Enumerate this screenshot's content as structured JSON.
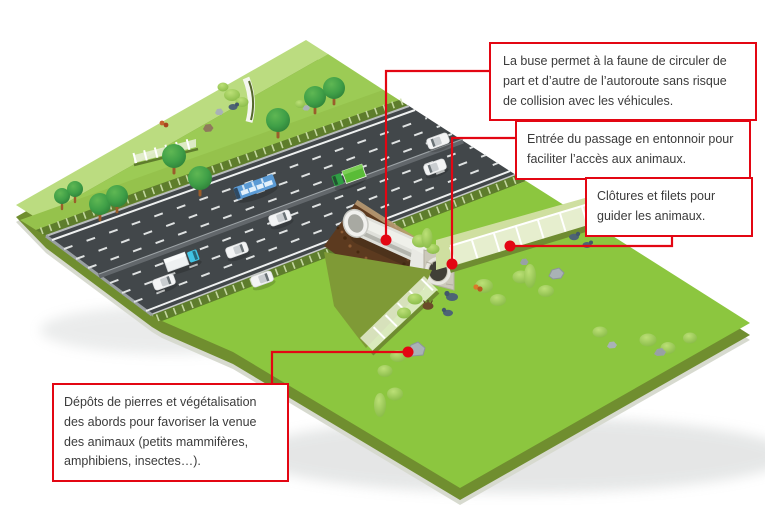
{
  "palette": {
    "accent_red": "#e30613",
    "text_dark": "#3b3b3b",
    "terrain_band_light": "#bbdc80",
    "terrain_upper_green": "#9ccb55",
    "terrain_slope_green": "#95c24c",
    "terrain_lower_green": "#8cc63f",
    "terrain_side_olive": "#708e2f",
    "road_gray": "#42474a",
    "earth_brown": "#5c3a1f",
    "tube_light": "#e4e5df"
  },
  "callouts": {
    "buse": {
      "text": "La buse permet à la faune de circuler de part et d’autre de l’autoroute sans risque de collision avec les véhicules."
    },
    "entree": {
      "text": "Entrée du passage en entonnoir pour faciliter l’accès aux animaux."
    },
    "cloture": {
      "text": "Clôtures et filets pour guider les animaux."
    },
    "depots": {
      "text": "Dépôts de pierres et végétalisation des abords pour favoriser la venue des animaux (petits mammifères, amphibiens, insectes…)."
    }
  }
}
